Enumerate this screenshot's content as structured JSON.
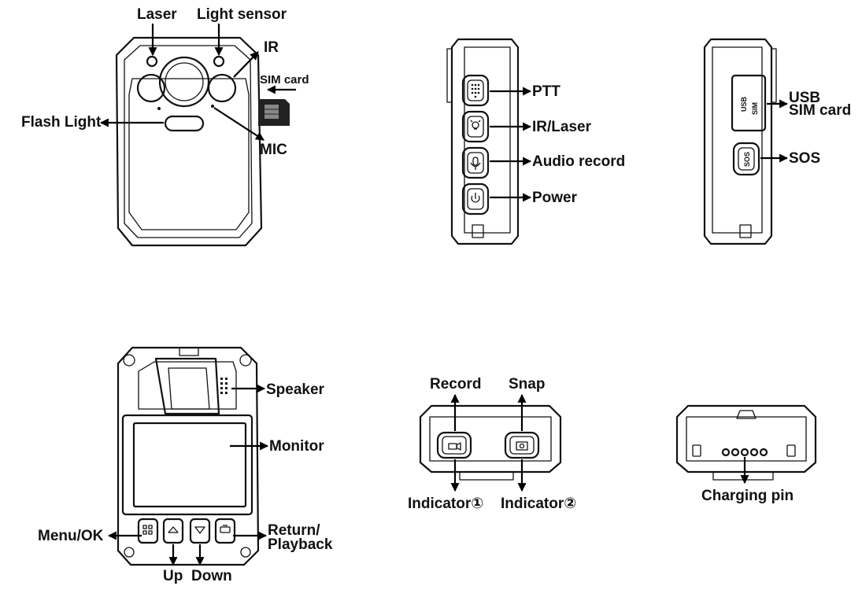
{
  "labels": {
    "laser": "Laser",
    "light_sensor": "Light sensor",
    "ir": "IR",
    "sim_card_front": "SIM card",
    "flash_light": "Flash Light",
    "mic": "MIC",
    "ptt": "PTT",
    "ir_laser": "IR/Laser",
    "audio_record": "Audio record",
    "power": "Power",
    "usb": "USB",
    "sim_card_side": "SIM card",
    "sos": "SOS",
    "speaker": "Speaker",
    "monitor": "Monitor",
    "menu_ok": "Menu/OK",
    "return_line1": "Return/",
    "return_line2": "Playback",
    "up": "Up",
    "down": "Down",
    "record": "Record",
    "snap": "Snap",
    "indicator_1": "Indicator①",
    "indicator_2": "Indicator②",
    "charging_pin": "Charging pin"
  },
  "device_markings": {
    "usb_port": "USB",
    "sim_slot": "SIM",
    "sos_button": "SOS"
  },
  "icons": {
    "ptt_button": "speaker-grille-icon",
    "ir_laser_button": "light-bulb-icon",
    "audio_record_button": "microphone-icon",
    "power_button": "power-icon",
    "menu_button": "grid-icon",
    "up_button": "triangle-up-icon",
    "down_button": "triangle-down-icon",
    "return_button": "playback-icon",
    "record_button": "video-camera-icon",
    "snap_button": "camera-icon"
  },
  "colors": {
    "line": "#111111",
    "background": "#ffffff"
  }
}
